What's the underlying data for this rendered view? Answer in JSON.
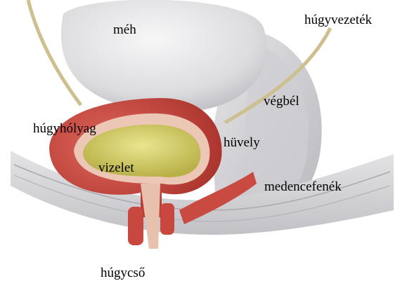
{
  "labels": {
    "meh": "méh",
    "hugyvezetek": "húgyvezeték",
    "vegbel": "végbél",
    "hugyholyag": "húgyhólyag",
    "huvely": "hüvely",
    "vizelet": "vizelet",
    "medencefenek": "medencefenék",
    "hugycso": "húgycső"
  },
  "colors": {
    "organ_gray": "#d6d6d9",
    "organ_light": "#eeeeef",
    "muscle_red": "#c9443c",
    "urine_yellow": "#d8d26a",
    "bladder_lining": "#e9c3b2",
    "ureter_tan": "#cfc79a",
    "background": "#ffffff"
  }
}
